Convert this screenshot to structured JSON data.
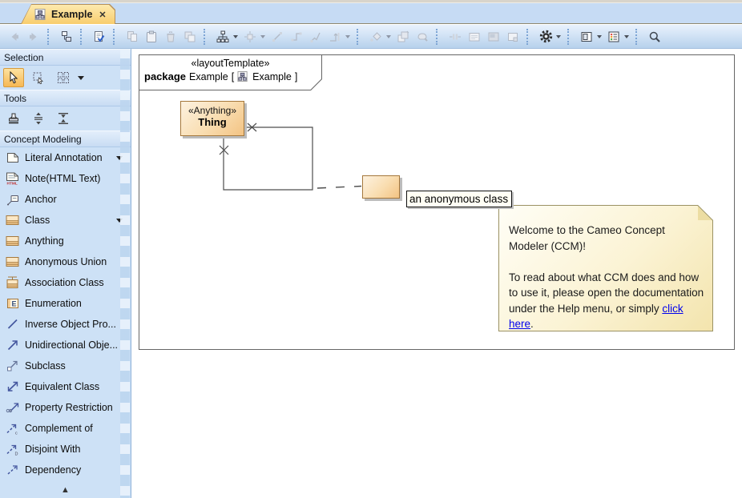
{
  "tab": {
    "title": "Example",
    "close": "✕",
    "icon": "diagram-icon"
  },
  "toolbar": {
    "icons": [
      "back",
      "forward",
      "select-in-containment-tree",
      "validate",
      "copy",
      "paste",
      "delete",
      "clone",
      "tree-layout",
      "align",
      "straight-line",
      "rectilinear-line",
      "oblique-line",
      "path-line",
      "fill-color",
      "to-front",
      "format-painter",
      "make-same-space",
      "edit-compartments",
      "image-shape",
      "swimlane",
      "settings",
      "window-layout",
      "legend",
      "zoom-search"
    ]
  },
  "sidebar": {
    "sections": {
      "selection": {
        "title": "Selection"
      },
      "tools": {
        "title": "Tools"
      },
      "concept_modeling": {
        "title": "Concept Modeling"
      }
    },
    "concept_items": [
      {
        "label": "Literal Annotation",
        "dropdown": true
      },
      {
        "label": "Note(HTML Text)",
        "dropdown": false
      },
      {
        "label": "Anchor",
        "dropdown": false
      },
      {
        "label": "Class",
        "dropdown": true
      },
      {
        "label": "Anything",
        "dropdown": false
      },
      {
        "label": "Anonymous Union",
        "dropdown": false
      },
      {
        "label": "Association Class",
        "dropdown": false
      },
      {
        "label": "Enumeration",
        "dropdown": false
      },
      {
        "label": "Inverse Object Pro...",
        "dropdown": false
      },
      {
        "label": "Unidirectional Obje...",
        "dropdown": false
      },
      {
        "label": "Subclass",
        "dropdown": false
      },
      {
        "label": "Equivalent Class",
        "dropdown": false
      },
      {
        "label": "Property Restriction",
        "dropdown": false
      },
      {
        "label": "Complement of",
        "dropdown": false
      },
      {
        "label": "Disjoint With",
        "dropdown": false
      },
      {
        "label": "Dependency",
        "dropdown": false
      }
    ],
    "scroll_up": "▲"
  },
  "diagram": {
    "frame": {
      "stereotype": "«layoutTemplate»",
      "keyword": "package",
      "name": "Example",
      "open_bracket": "[",
      "ref": "Example",
      "close_bracket": "]"
    },
    "thing": {
      "stereotype": "«Anything»",
      "name": "Thing"
    },
    "anonymous_class_label": "an anonymous class",
    "welcome_note": {
      "paragraph1": "Welcome to the Cameo Concept Modeler (CCM)!",
      "paragraph2_prefix": "To read about what CCM does and how to use it, please open the documentation under the Help menu, or simply ",
      "link": "click here",
      "suffix": "."
    }
  },
  "colors": {
    "tab_gradient_top": "#fdeaae",
    "tab_gradient_bottom": "#f8cd6e",
    "toolbar_top": "#e9f2fd",
    "toolbar_bottom": "#b7d1ec",
    "sidebar_bg": "#cde1f6",
    "class_fill_top": "#fdf2e0",
    "class_fill_bottom": "#f3c383",
    "class_border": "#a5783c",
    "note_fill": "#fbf3d4",
    "note_border": "#9b9264",
    "link": "#0000ee",
    "selected_tool": "#f6b854"
  }
}
